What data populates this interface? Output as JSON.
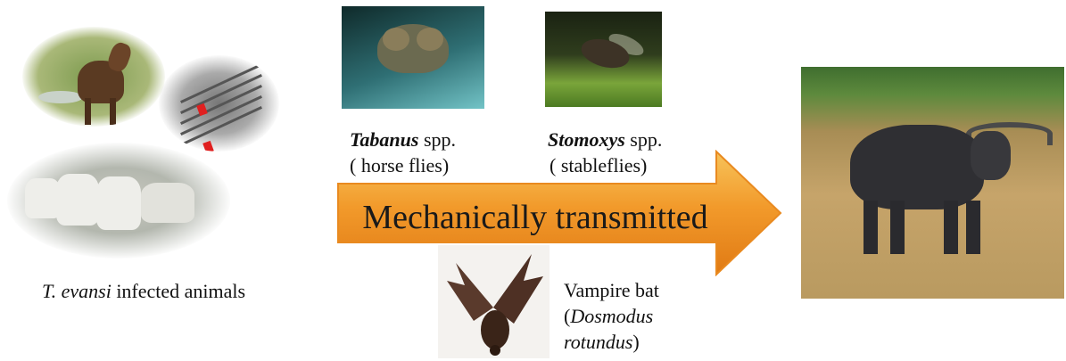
{
  "left_caption": {
    "genus": "T. evansi",
    "rest": " infected  animals"
  },
  "tabanus": {
    "genus": "Tabanus",
    "suffix": " spp.",
    "common": "( horse flies)"
  },
  "stomoxys": {
    "genus": "Stomoxys",
    "suffix": " spp.",
    "common": "( stableflies)"
  },
  "arrow_label": "Mechanically transmitted",
  "bat": {
    "line1": "Vampire bat",
    "line2_open": "(",
    "line2_italic": "Dosmodus",
    "line3_italic": "rotundus",
    "line3_close": ")"
  },
  "colors": {
    "arrow_top": "#f7c35a",
    "arrow_mid": "#f29a2b",
    "arrow_bottom": "#e07a14",
    "red_marker": "#e02020"
  }
}
